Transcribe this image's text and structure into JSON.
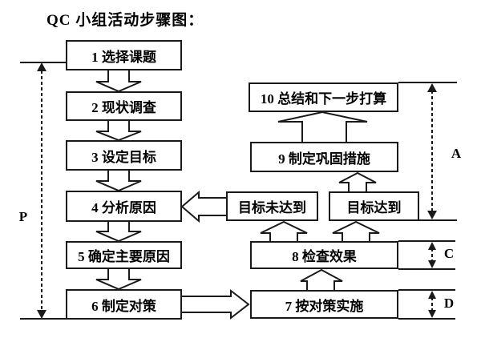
{
  "title": "QC 小组活动步骤图：",
  "colors": {
    "line": "#1a1a1a",
    "background": "#ffffff",
    "box_fill": "#ffffff"
  },
  "steps": [
    {
      "id": 1,
      "label": "1 选择课题"
    },
    {
      "id": 2,
      "label": "2 现状调查"
    },
    {
      "id": 3,
      "label": "3 设定目标"
    },
    {
      "id": 4,
      "label": "4 分析原因"
    },
    {
      "id": 5,
      "label": "5 确定主要原因"
    },
    {
      "id": 6,
      "label": "6 制定对策"
    },
    {
      "id": 7,
      "label": "7 按对策实施"
    },
    {
      "id": 8,
      "label": "8 检查效果"
    },
    {
      "id": 9,
      "label": "9 制定巩固措施"
    },
    {
      "id": 10,
      "label": "10 总结和下一步打算"
    }
  ],
  "decisions": [
    {
      "label": "目标未达到"
    },
    {
      "label": "目标达到"
    }
  ],
  "phases": {
    "plan": "P",
    "do": "D",
    "check": "C",
    "act": "A"
  }
}
